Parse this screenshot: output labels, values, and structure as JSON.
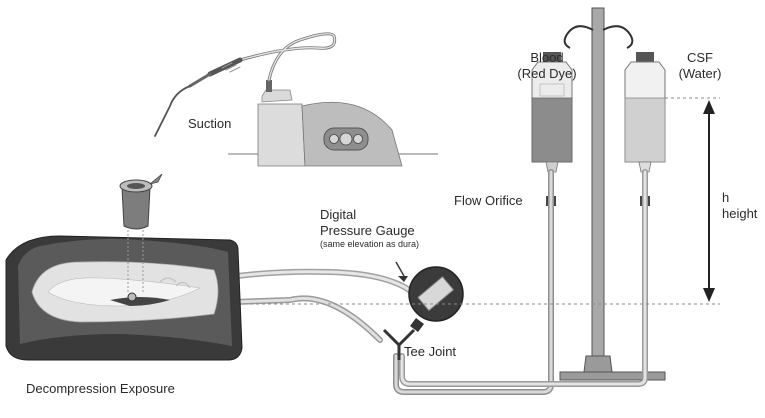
{
  "labels": {
    "suction": "Suction",
    "blood_line1": "Blood",
    "blood_line2": "(Red Dye)",
    "csf_line1": "CSF",
    "csf_line2": "(Water)",
    "flow_orifice": "Flow Orifice",
    "h": "h",
    "height": "height",
    "gauge_line1": "Digital",
    "gauge_line2": "Pressure Gauge",
    "gauge_note": "(same elevation as dura)",
    "tee_joint": "Tee Joint",
    "decompression": "Decompression Exposure"
  },
  "colors": {
    "tissue_dark": "#3a3a3a",
    "tube_gray": "#bdbdbd",
    "blood_fill": "#8c8c8c",
    "csf_fill": "#d0d0d0",
    "stand": "#a8a8a8",
    "text": "#2b2b2b"
  }
}
